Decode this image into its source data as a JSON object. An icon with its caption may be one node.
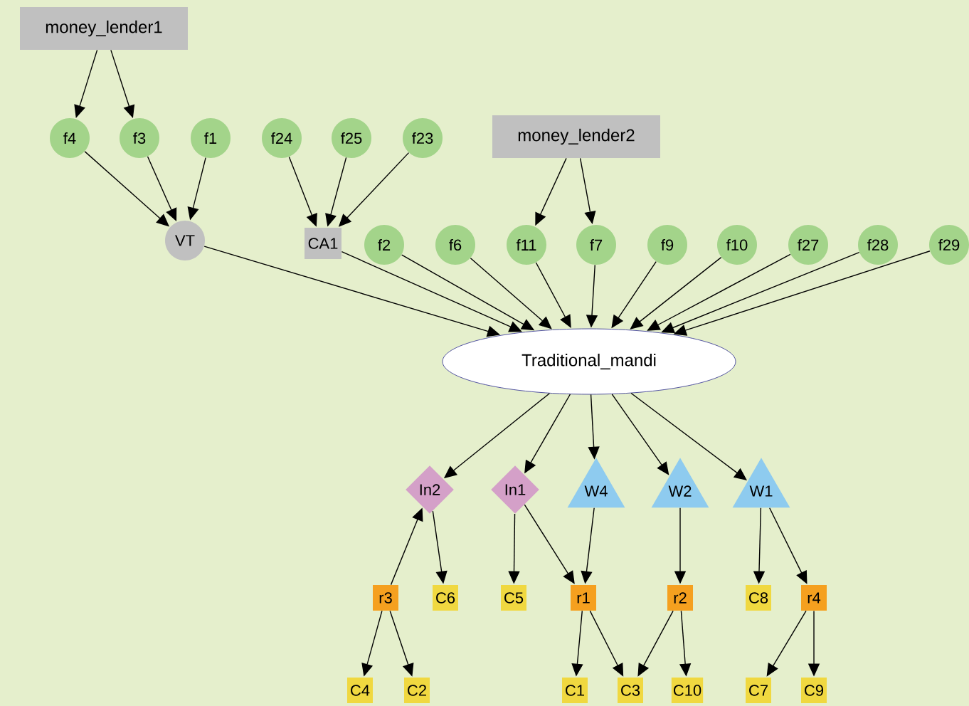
{
  "diagram": {
    "nodes": [
      {
        "text": [
          "money_lender1"
        ]
      },
      {
        "text": [
          "money_lender2"
        ]
      },
      {
        "text": [
          "f4"
        ]
      },
      {
        "text": [
          "f3"
        ]
      },
      {
        "text": [
          "f1"
        ]
      },
      {
        "text": [
          "f24"
        ]
      },
      {
        "text": [
          "f25"
        ]
      },
      {
        "text": [
          "f23"
        ]
      },
      {
        "text": [
          "VT"
        ]
      },
      {
        "text": [
          "CA1"
        ]
      },
      {
        "text": [
          "f2"
        ]
      },
      {
        "text": [
          "f6"
        ]
      },
      {
        "text": [
          "f11"
        ]
      },
      {
        "text": [
          "f7"
        ]
      },
      {
        "text": [
          "f9"
        ]
      },
      {
        "text": [
          "f10"
        ]
      },
      {
        "text": [
          "f27"
        ]
      },
      {
        "text": [
          "f28"
        ]
      },
      {
        "text": [
          "f29"
        ]
      },
      {
        "text": [
          "Traditional_mandi"
        ]
      },
      {
        "text": [
          "In2"
        ]
      },
      {
        "text": [
          "In1"
        ]
      },
      {
        "text": [
          "W4"
        ]
      },
      {
        "text": [
          "W2"
        ]
      },
      {
        "text": [
          "W1"
        ]
      },
      {
        "text": [
          "r3"
        ]
      },
      {
        "text": [
          "C6"
        ]
      },
      {
        "text": [
          "C5"
        ]
      },
      {
        "text": [
          "r1"
        ]
      },
      {
        "text": [
          "r2"
        ]
      },
      {
        "text": [
          "C8"
        ]
      },
      {
        "text": [
          "r4"
        ]
      },
      {
        "text": [
          "C4"
        ]
      },
      {
        "text": [
          "C2"
        ]
      },
      {
        "text": [
          "C1"
        ]
      },
      {
        "text": [
          "C3"
        ]
      },
      {
        "text": [
          "C10"
        ]
      },
      {
        "text": [
          "C7"
        ]
      },
      {
        "text": [
          "C9"
        ]
      }
    ],
    "edges": [
      {
        "from": 0,
        "to": 2,
        "arrow": "to"
      },
      {
        "from": 0,
        "to": 3,
        "arrow": "to"
      },
      {
        "from": 1,
        "to": 12,
        "arrow": "to"
      },
      {
        "from": 1,
        "to": 13,
        "arrow": "to"
      },
      {
        "from": 2,
        "to": 8,
        "arrow": "to"
      },
      {
        "from": 3,
        "to": 8,
        "arrow": "to"
      },
      {
        "from": 4,
        "to": 8,
        "arrow": "to"
      },
      {
        "from": 5,
        "to": 9,
        "arrow": "to"
      },
      {
        "from": 6,
        "to": 9,
        "arrow": "to"
      },
      {
        "from": 7,
        "to": 9,
        "arrow": "to"
      },
      {
        "from": 8,
        "to": 19,
        "arrow": "to"
      },
      {
        "from": 9,
        "to": 19,
        "arrow": "to"
      },
      {
        "from": 10,
        "to": 19,
        "arrow": "to"
      },
      {
        "from": 11,
        "to": 19,
        "arrow": "to"
      },
      {
        "from": 12,
        "to": 19,
        "arrow": "to"
      },
      {
        "from": 13,
        "to": 19,
        "arrow": "to"
      },
      {
        "from": 14,
        "to": 19,
        "arrow": "to"
      },
      {
        "from": 15,
        "to": 19,
        "arrow": "to"
      },
      {
        "from": 16,
        "to": 19,
        "arrow": "to"
      },
      {
        "from": 17,
        "to": 19,
        "arrow": "to"
      },
      {
        "from": 18,
        "to": 19,
        "arrow": "to"
      },
      {
        "from": 19,
        "to": 20,
        "arrow": "to"
      },
      {
        "from": 19,
        "to": 21,
        "arrow": "to"
      },
      {
        "from": 19,
        "to": 22,
        "arrow": "to"
      },
      {
        "from": 19,
        "to": 23,
        "arrow": "to"
      },
      {
        "from": 19,
        "to": 24,
        "arrow": "to"
      },
      {
        "from": 25,
        "to": 20,
        "arrow": "to"
      },
      {
        "from": 20,
        "to": 26,
        "arrow": "to"
      },
      {
        "from": 21,
        "to": 27,
        "arrow": "to"
      },
      {
        "from": 21,
        "to": 28,
        "arrow": "to"
      },
      {
        "from": 22,
        "to": 28,
        "arrow": "to"
      },
      {
        "from": 23,
        "to": 29,
        "arrow": "to"
      },
      {
        "from": 24,
        "to": 30,
        "arrow": "to"
      },
      {
        "from": 24,
        "to": 31,
        "arrow": "to"
      },
      {
        "from": 25,
        "to": 32,
        "arrow": "to"
      },
      {
        "from": 25,
        "to": 33,
        "arrow": "to"
      },
      {
        "from": 28,
        "to": 34,
        "arrow": "to"
      },
      {
        "from": 28,
        "to": 35,
        "arrow": "to"
      },
      {
        "from": 29,
        "to": 35,
        "arrow": "to"
      },
      {
        "from": 29,
        "to": 36,
        "arrow": "to"
      },
      {
        "from": 31,
        "to": 37,
        "arrow": "to"
      },
      {
        "from": 31,
        "to": 38,
        "arrow": "to"
      }
    ]
  }
}
